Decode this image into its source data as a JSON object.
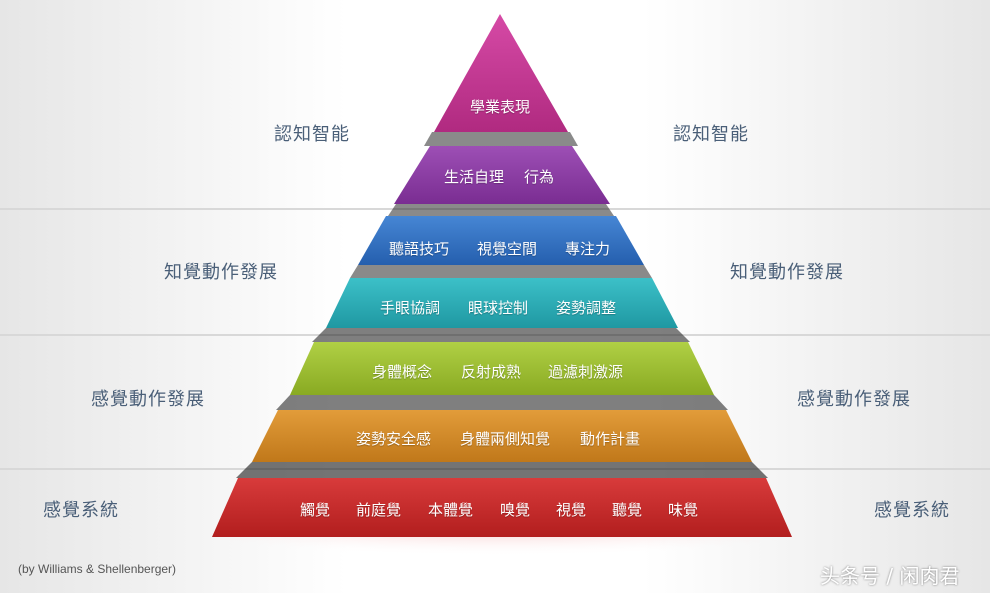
{
  "bands": {
    "cognitive": {
      "left": "認知智能",
      "right": "認知智能"
    },
    "perceptual_motor": {
      "left": "知覺動作發展",
      "right": "知覺動作發展"
    },
    "sensory_motor": {
      "left": "感覺動作發展",
      "right": "感覺動作發展"
    },
    "sensory_system": {
      "left": "感覺系統",
      "right": "感覺系統"
    }
  },
  "tiers": [
    {
      "items": [
        "學業表現"
      ],
      "color": "#c2358f"
    },
    {
      "items": [
        "生活自理",
        "行為"
      ],
      "color": "#8a3aa0"
    },
    {
      "items": [
        "聽語技巧",
        "視覺空間",
        "專注力"
      ],
      "color": "#2f6fbf"
    },
    {
      "items": [
        "手眼協調",
        "眼球控制",
        "姿勢調整"
      ],
      "color": "#2aa9b3"
    },
    {
      "items": [
        "身體概念",
        "反射成熟",
        "過濾刺激源"
      ],
      "color": "#9bbd2e"
    },
    {
      "items": [
        "姿勢安全感",
        "身體兩側知覺",
        "動作計畫"
      ],
      "color": "#d38a25"
    },
    {
      "items": [
        "觸覺",
        "前庭覺",
        "本體覺",
        "嗅覺",
        "視覺",
        "聽覺",
        "味覺"
      ],
      "color": "#c42a2a"
    }
  ],
  "credit": "(by Williams & Shellenberger)",
  "watermark": "头条号 / 闲肉君"
}
